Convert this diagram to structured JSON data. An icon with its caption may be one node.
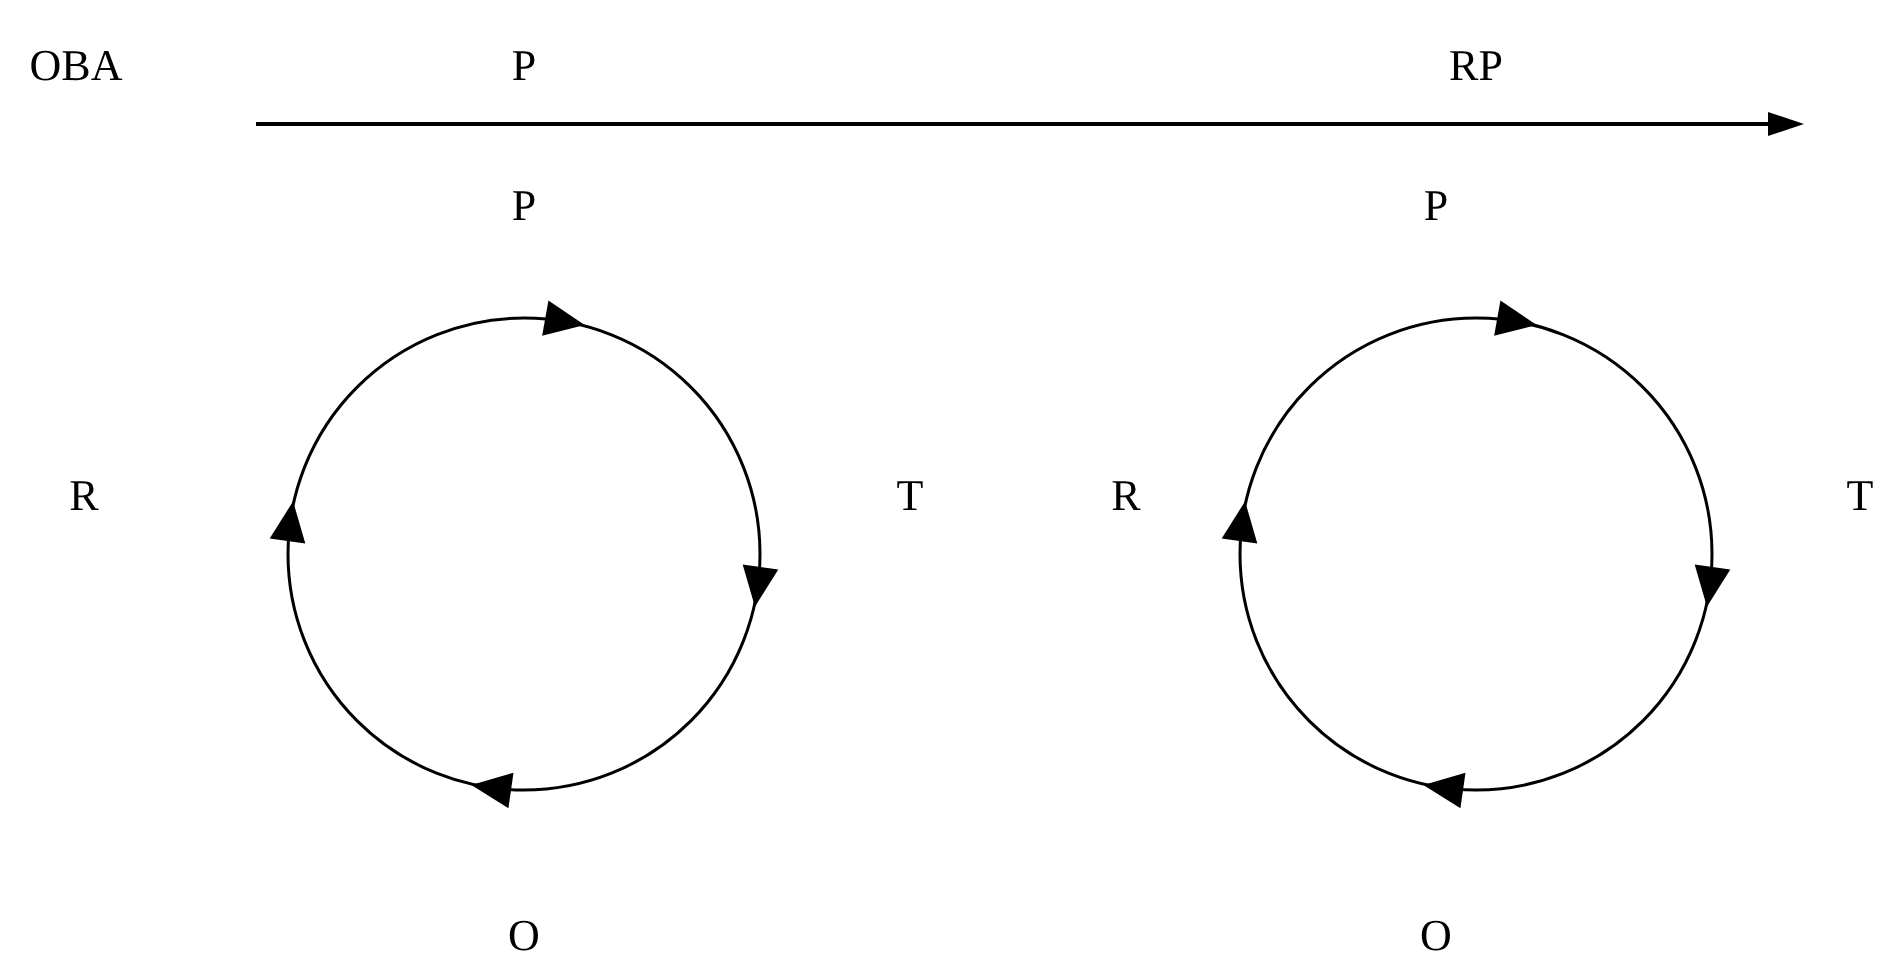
{
  "diagram": {
    "labels": [
      "OBA",
      "P",
      "RP",
      "P",
      "P",
      "R",
      "T",
      "R",
      "T",
      "O",
      "O"
    ]
  }
}
